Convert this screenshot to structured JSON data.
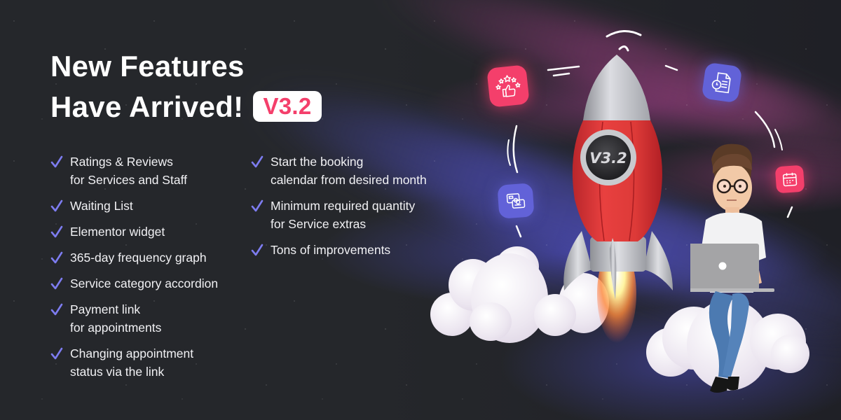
{
  "headline": {
    "line1": "New Features",
    "line2": "Have Arrived!",
    "version_badge": "V3.2"
  },
  "features": {
    "column1": [
      {
        "text": "Ratings & Reviews\nfor Services and Staff"
      },
      {
        "text": "Waiting List"
      },
      {
        "text": "Elementor widget"
      },
      {
        "text": "365-day frequency graph"
      },
      {
        "text": "Service category accordion"
      },
      {
        "text": "Payment link\nfor appointments"
      },
      {
        "text": "Changing appointment\nstatus via the link"
      }
    ],
    "column2": [
      {
        "text": "Start the booking\ncalendar from desired month"
      },
      {
        "text": "Minimum required quantity\nfor Service extras"
      },
      {
        "text": "Tons of improvements"
      }
    ]
  },
  "illustration": {
    "rocket_label": "V3.2",
    "icons": [
      {
        "name": "ratings-thumbs-up-icon",
        "color": "#f43f6b"
      },
      {
        "name": "document-clock-icon",
        "color": "#6262d8"
      },
      {
        "name": "payment-link-card-icon",
        "color": "#6262d8"
      },
      {
        "name": "calendar-icon",
        "color": "#f43f6b"
      }
    ]
  },
  "colors": {
    "background": "#25272c",
    "accent_pink": "#f43f6b",
    "accent_purple": "#6262d8",
    "check": "#7d7cf0"
  }
}
